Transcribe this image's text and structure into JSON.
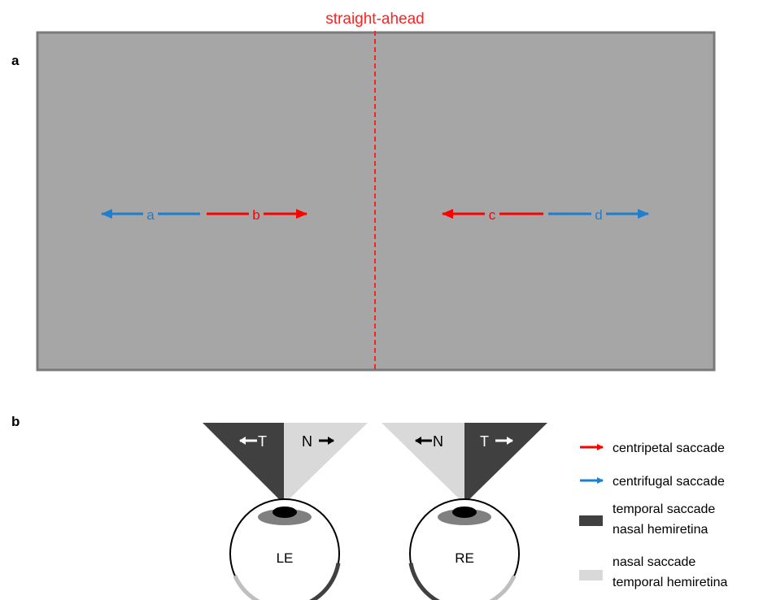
{
  "panel_a": {
    "label": "a",
    "straight_ahead_label": "straight-ahead",
    "arrows": [
      {
        "id": "a",
        "label": "a",
        "type": "centrifugal"
      },
      {
        "id": "b",
        "label": "b",
        "type": "centripetal"
      },
      {
        "id": "c",
        "label": "c",
        "type": "centripetal"
      },
      {
        "id": "d",
        "label": "d",
        "type": "centrifugal"
      }
    ]
  },
  "panel_b": {
    "label": "b",
    "left_eye": {
      "label": "LE",
      "temporal_label": "T",
      "nasal_label": "N"
    },
    "right_eye": {
      "label": "RE",
      "temporal_label": "T",
      "nasal_label": "N"
    }
  },
  "legend": {
    "centripetal": "centripetal saccade",
    "centrifugal": "centrifugal saccade",
    "temporal_line1": "temporal saccade",
    "temporal_line2": "nasal hemiretina",
    "nasal_line1": "nasal saccade",
    "nasal_line2": "temporal hemiretina"
  },
  "colors": {
    "screen": "#a6a6a6",
    "screen_border": "#7a7a7a",
    "centripetal": "#ff0000",
    "centrifugal": "#1e7fd0",
    "dark": "#404040",
    "light": "#d9d9d9"
  }
}
